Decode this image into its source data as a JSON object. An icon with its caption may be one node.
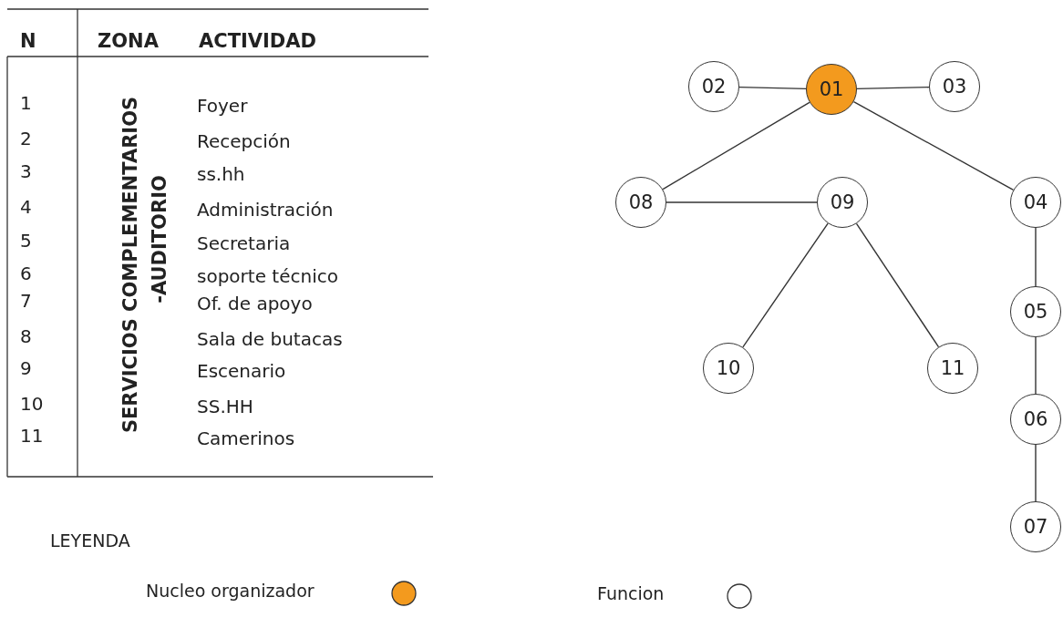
{
  "diagram": {
    "nodes": [
      {
        "text": [
          "02"
        ]
      },
      {
        "text": [
          "01"
        ]
      },
      {
        "text": [
          "03"
        ]
      },
      {
        "text": [
          "08"
        ]
      },
      {
        "text": [
          "09"
        ]
      },
      {
        "text": [
          "04"
        ]
      },
      {
        "text": [
          "05"
        ]
      },
      {
        "text": [
          "10"
        ]
      },
      {
        "text": [
          "11"
        ]
      },
      {
        "text": [
          "06"
        ]
      },
      {
        "text": [
          "07"
        ]
      }
    ],
    "edges": [
      {
        "from": 0,
        "to": 1,
        "arrow": "none"
      },
      {
        "from": 1,
        "to": 2,
        "arrow": "none"
      },
      {
        "from": 1,
        "to": 3,
        "arrow": "none"
      },
      {
        "from": 1,
        "to": 5,
        "arrow": "none"
      },
      {
        "from": 3,
        "to": 4,
        "arrow": "none"
      },
      {
        "from": 4,
        "to": 7,
        "arrow": "none"
      },
      {
        "from": 4,
        "to": 8,
        "arrow": "none"
      },
      {
        "from": 5,
        "to": 6,
        "arrow": "none"
      },
      {
        "from": 6,
        "to": 9,
        "arrow": "none"
      },
      {
        "from": 9,
        "to": 10,
        "arrow": "none"
      }
    ],
    "labels": [
      "N",
      "ZONA",
      "ACTIVIDAD",
      "1",
      "SERVICIOS COMPLEMENTARIOS",
      "-AUDITORIO",
      "Foyer",
      "2",
      "Recepción",
      "3",
      "ss.hh",
      "4",
      "Administración",
      "5",
      "Secretaria",
      "6",
      "soporte técnico",
      "7",
      "Of. de apoyo",
      "8",
      "Sala de butacas",
      "9",
      "Escenario",
      "10",
      "SS.HH",
      "11",
      "Camerinos",
      "LEYENDA"
    ],
    "legend": [
      {
        "text": "Nucleo organizador",
        "color": "#f39a1e"
      },
      {
        "text": "Funcion",
        "color": "#ffffff"
      }
    ]
  }
}
